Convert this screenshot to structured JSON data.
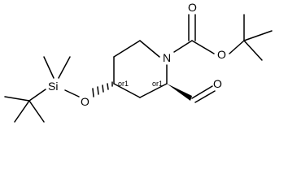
{
  "atoms": {
    "nitrogen": "N",
    "carbonyl_oxygen": "O",
    "ester_oxygen": "O",
    "aldehyde_oxygen": "O",
    "ether_oxygen": "O",
    "silicon": "Si"
  },
  "stereo_labels": {
    "c4": "or1",
    "c2": "or1"
  }
}
